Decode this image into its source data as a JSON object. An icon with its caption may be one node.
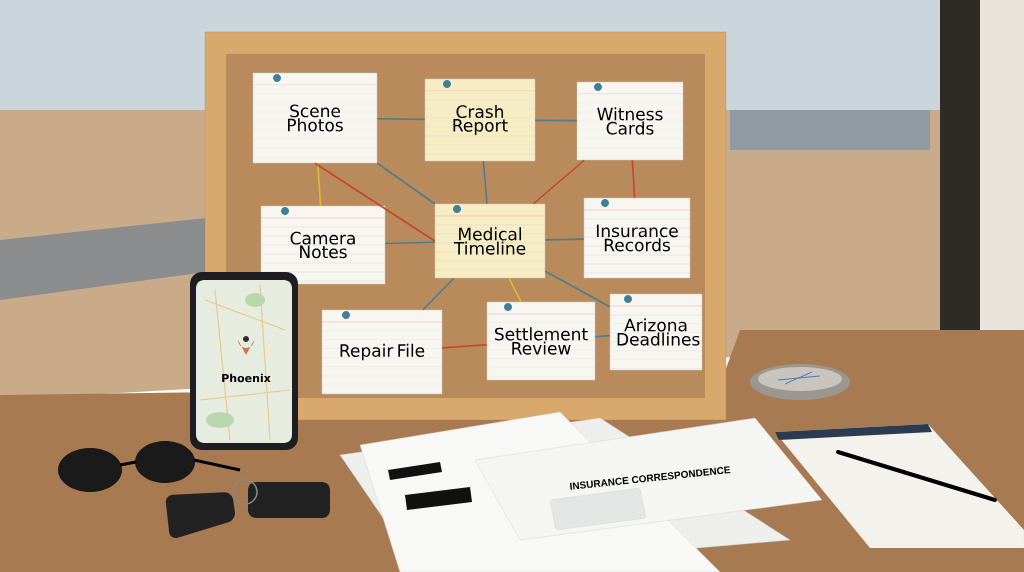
{
  "diagram": {
    "nodes": [
      {
        "text": [
          "Scene Photos"
        ]
      },
      {
        "text": [
          "Crash Report"
        ]
      },
      {
        "text": [
          "Witness Cards"
        ]
      },
      {
        "text": [
          "Camera Notes"
        ]
      },
      {
        "text": [
          "Medical Timeline"
        ]
      },
      {
        "text": [
          "Insurance Records"
        ]
      },
      {
        "text": [
          "Repair File"
        ]
      },
      {
        "text": [
          "Settlement Review"
        ]
      },
      {
        "text": [
          "Arizona Deadlines"
        ]
      }
    ],
    "edges": [
      {
        "from": 0,
        "to": 1,
        "arrow": "none"
      },
      {
        "from": 1,
        "to": 2,
        "arrow": "none"
      },
      {
        "from": 0,
        "to": 3,
        "arrow": "none",
        "color": "#e6b830"
      },
      {
        "from": 0,
        "to": 4,
        "arrow": "none",
        "color": "#c8452c"
      },
      {
        "from": 0,
        "to": 4,
        "arrow": "none"
      },
      {
        "from": 1,
        "to": 4,
        "arrow": "none"
      },
      {
        "from": 2,
        "to": 4,
        "arrow": "none",
        "color": "#c8452c"
      },
      {
        "from": 2,
        "to": 5,
        "arrow": "none",
        "color": "#c8452c"
      },
      {
        "from": 3,
        "to": 4,
        "arrow": "none"
      },
      {
        "from": 4,
        "to": 5,
        "arrow": "none"
      },
      {
        "from": 4,
        "to": 6,
        "arrow": "none"
      },
      {
        "from": 4,
        "to": 7,
        "arrow": "none",
        "color": "#e6b830"
      },
      {
        "from": 4,
        "to": 8,
        "arrow": "none"
      },
      {
        "from": 6,
        "to": 7,
        "arrow": "none",
        "color": "#c8452c"
      },
      {
        "from": 7,
        "to": 8,
        "arrow": "none"
      }
    ],
    "labels": [
      "Phoenix",
      "INSURANCE CORRESPONDENCE"
    ]
  }
}
